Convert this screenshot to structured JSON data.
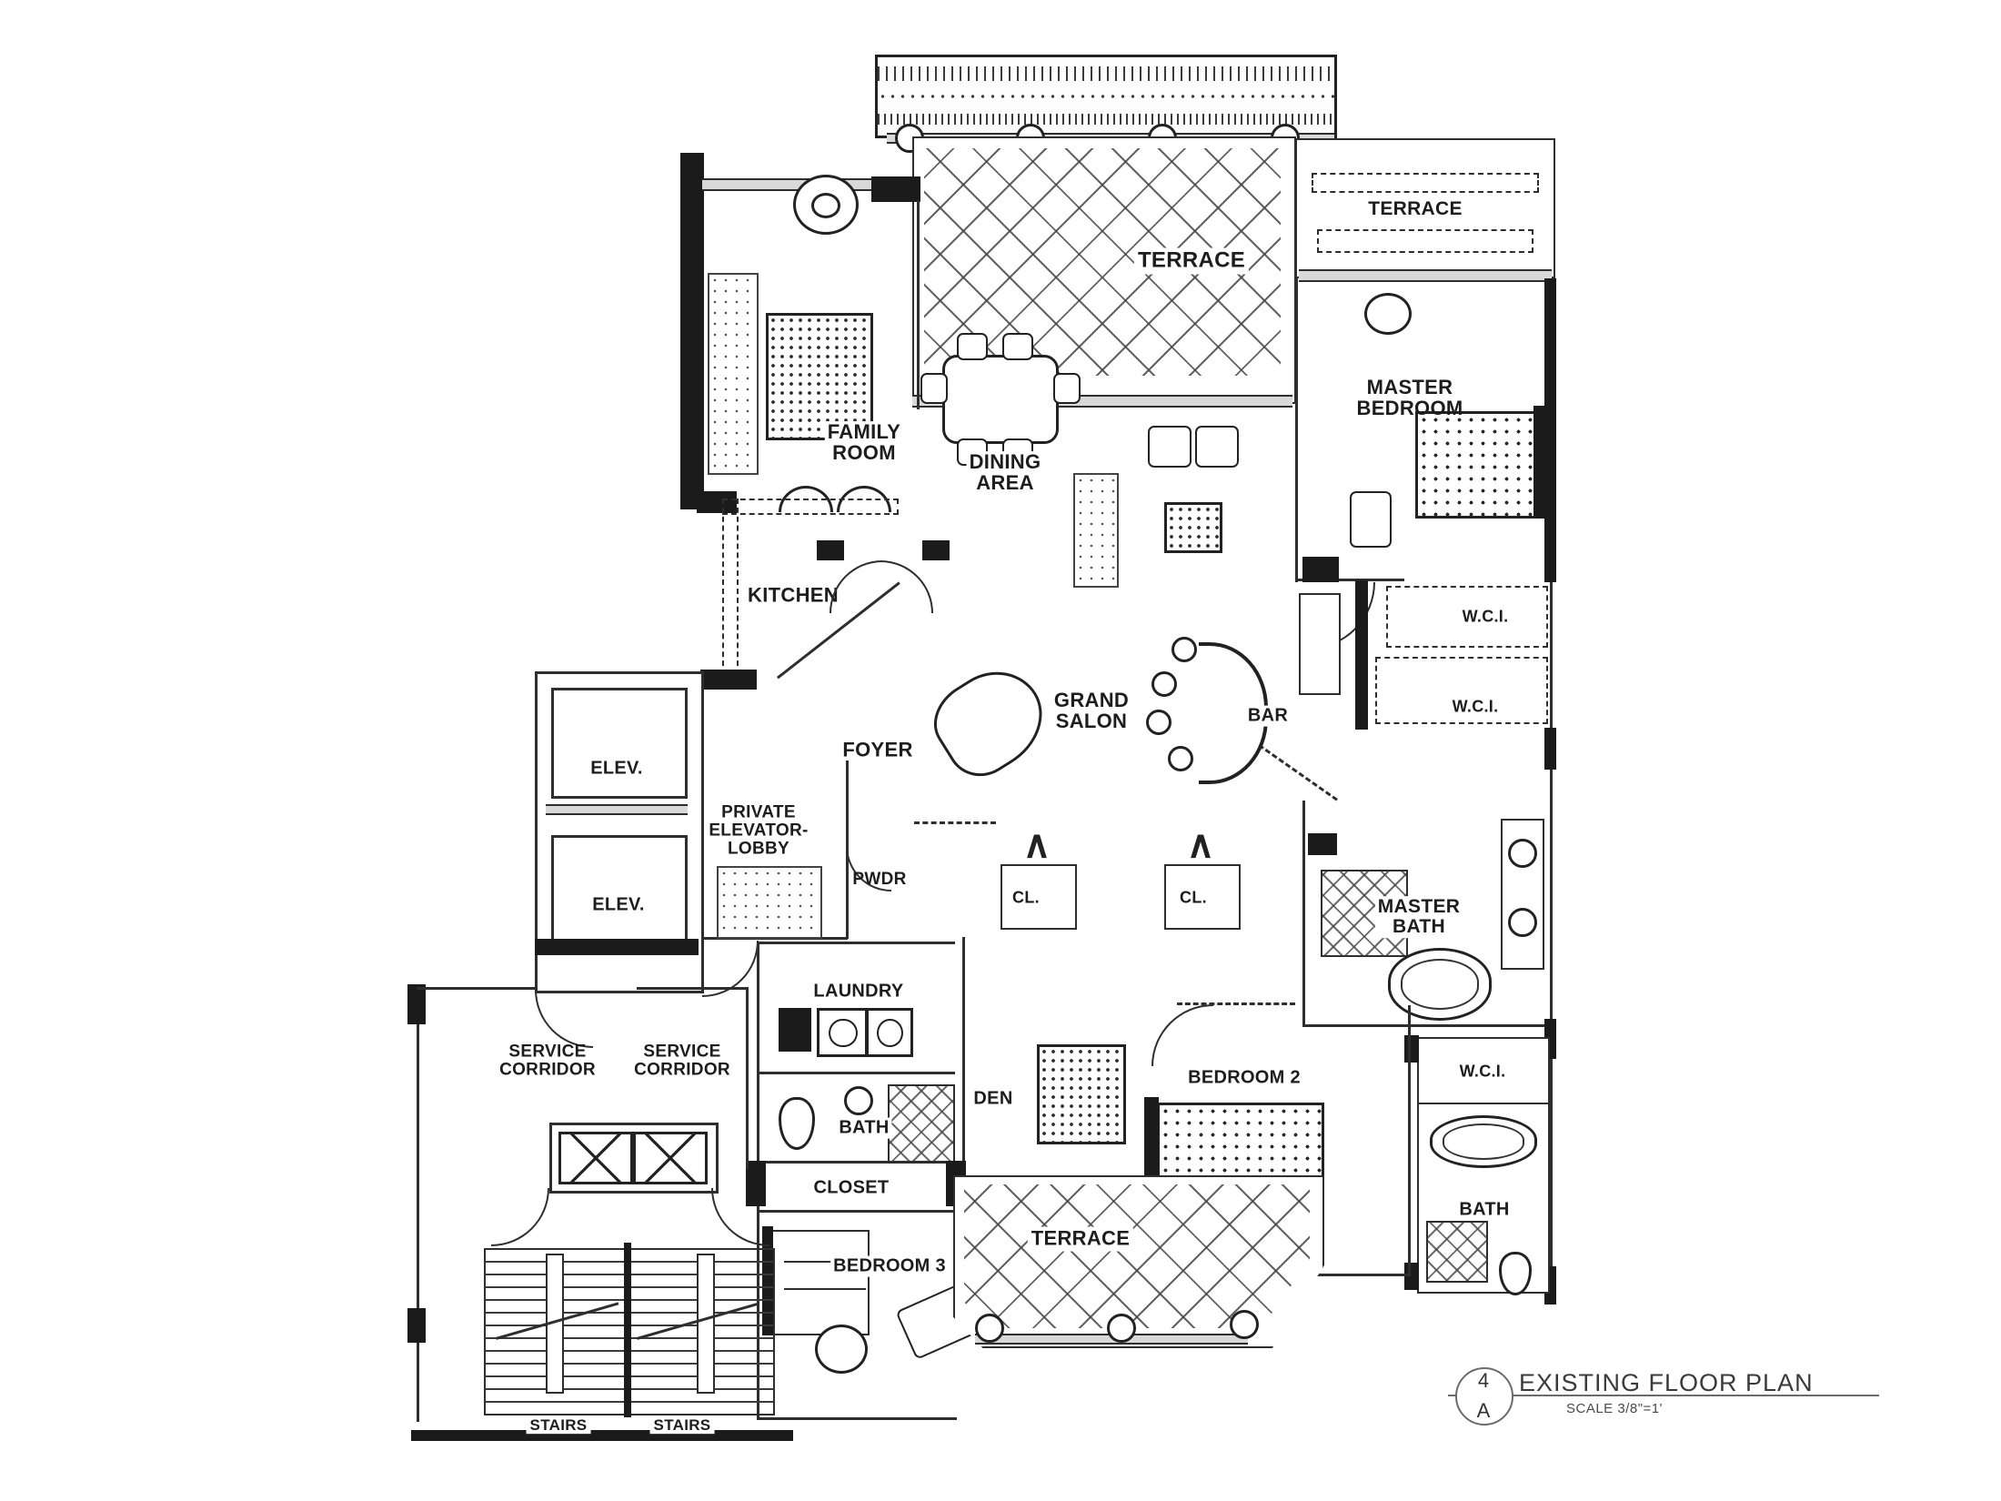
{
  "title_block": {
    "sheet_number": "4",
    "sheet_letter": "A",
    "title": "EXISTING FLOOR PLAN",
    "scale": "SCALE 3/8\"=1'"
  },
  "icons": {
    "closet_door_caret": "∧"
  },
  "rooms": {
    "terrace_main": "TERRACE",
    "terrace_master": "TERRACE",
    "terrace_lower": "TERRACE",
    "master_bedroom": "MASTER\nBEDROOM",
    "family_room": "FAMILY\nROOM",
    "dining_area": "DINING\nAREA",
    "kitchen": "KITCHEN",
    "grand_salon": "GRAND\nSALON",
    "bar": "BAR",
    "foyer": "FOYER",
    "elevator_1": "ELEV.",
    "elevator_2": "ELEV.",
    "private_elevator_lobby": "PRIVATE\nELEVATOR-\nLOBBY",
    "powder": "PWDR",
    "wci_1": "W.C.I.",
    "wci_2": "W.C.I.",
    "wci_3": "W.C.I.",
    "master_bath": "MASTER\nBATH",
    "laundry": "LAUNDRY",
    "service_corridor_1": "SERVICE\nCORRIDOR",
    "service_corridor_2": "SERVICE\nCORRIDOR",
    "bath_center": "BATH",
    "closet": "CLOSET",
    "cl_1": "CL.",
    "cl_2": "CL.",
    "den": "DEN",
    "bedroom_2": "BEDROOM 2",
    "bath_right": "BATH",
    "bedroom_3": "BEDROOM 3",
    "stairs_1": "STAIRS",
    "stairs_2": "STAIRS"
  }
}
